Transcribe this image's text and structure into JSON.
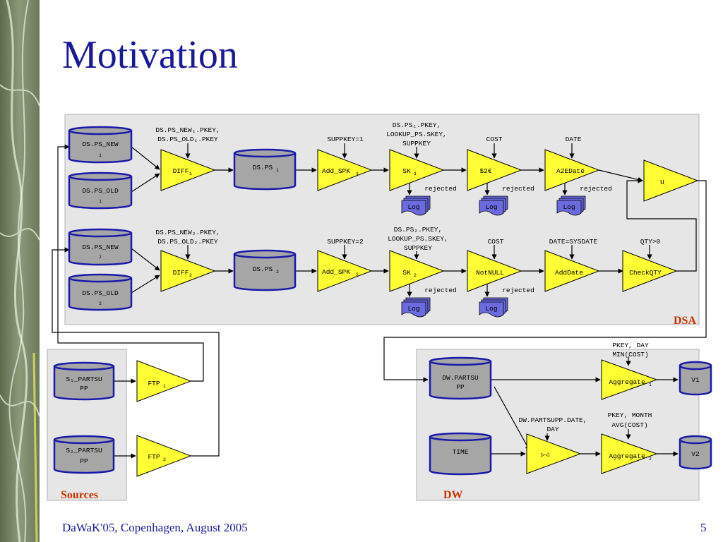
{
  "slide": {
    "title": "Motivation",
    "footer": "DaWaK'05, Copenhagen, August 2005",
    "page_number": "5"
  },
  "colors": {
    "title": "#1a1a99",
    "area_label": "#cc3300",
    "operator_fill": "#ffff33",
    "store_fill": "#a6a6a6",
    "log_fill": "#6b6bdf",
    "panel_fill": "#e6e6e6"
  },
  "areas": {
    "dsa": "DSA",
    "sources": "Sources",
    "dw": "DW"
  },
  "flow1": {
    "ps_new": "DS.PS_NEW",
    "ps_new_sub": "1",
    "ps_old": "DS.PS_OLD",
    "ps_old_sub": "1",
    "diff": "DIFF",
    "diff_sub": "1",
    "diff_ann_line1": "DS.PS_NEW₁.PKEY,",
    "diff_ann_line2": "DS.PS_OLD₁.PKEY",
    "ps": "DS.PS",
    "ps_sub": "1",
    "add_spk": "Add_SPK",
    "add_spk_sub": "1",
    "add_spk_ann": "SUPPKEY=1",
    "sk": "SK",
    "sk_sub": "1",
    "sk_ann_line1": "DS.PS₁.PKEY,",
    "sk_ann_line2": "LOOKUP_PS.SKEY,",
    "sk_ann_line3": "SUPPKEY",
    "dollar": "$2€",
    "dollar_ann": "COST",
    "a2e": "A2EDate",
    "a2e_ann": "DATE",
    "union": "U"
  },
  "flow2": {
    "ps_new": "DS.PS_NEW",
    "ps_new_sub": "2",
    "ps_old": "DS.PS_OLD",
    "ps_old_sub": "2",
    "diff": "DIFF",
    "diff_sub": "2",
    "diff_ann_line1": "DS.PS_NEW₂.PKEY,",
    "diff_ann_line2": "DS.PS_OLD₂.PKEY",
    "ps": "DS.PS",
    "ps_sub": "2",
    "add_spk": "Add_SPK",
    "add_spk_sub": "2",
    "add_spk_ann": "SUPPKEY=2",
    "sk": "SK",
    "sk_sub": "2",
    "sk_ann_line1": "DS.PS₂.PKEY,",
    "sk_ann_line2": "LOOKUP_PS.SKEY,",
    "sk_ann_line3": "SUPPKEY",
    "notnull": "NotNULL",
    "notnull_ann": "COST",
    "adddate": "AddDate",
    "adddate_ann": "DATE=SYSDATE",
    "checkqty": "CheckQTY",
    "checkqty_ann": "QTY>0"
  },
  "common": {
    "rejected": "rejected",
    "log": "Log"
  },
  "sources": {
    "s1_line1": "S₁_PARTSU",
    "s1_line2": "PP",
    "s2_line1": "S₂_PARTSU",
    "s2_line2": "PP",
    "ftp": "FTP",
    "ftp1_sub": "1",
    "ftp2_sub": "2"
  },
  "dw": {
    "partsupp_line1": "DW.PARTSU",
    "partsupp_line2": "PP",
    "time": "TIME",
    "join": "▷◁",
    "join_ann_line1": "DW.PARTSUPP.DATE,",
    "join_ann_line2": "DAY",
    "agg": "Aggregate",
    "agg1_sub": "1",
    "agg2_sub": "2",
    "agg1_ann_line1": "PKEY, DAY",
    "agg1_ann_line2": "MIN(COST)",
    "agg2_ann_line1": "PKEY, MONTH",
    "agg2_ann_line2": "AVG(COST)",
    "v1": "V1",
    "v2": "V2"
  }
}
